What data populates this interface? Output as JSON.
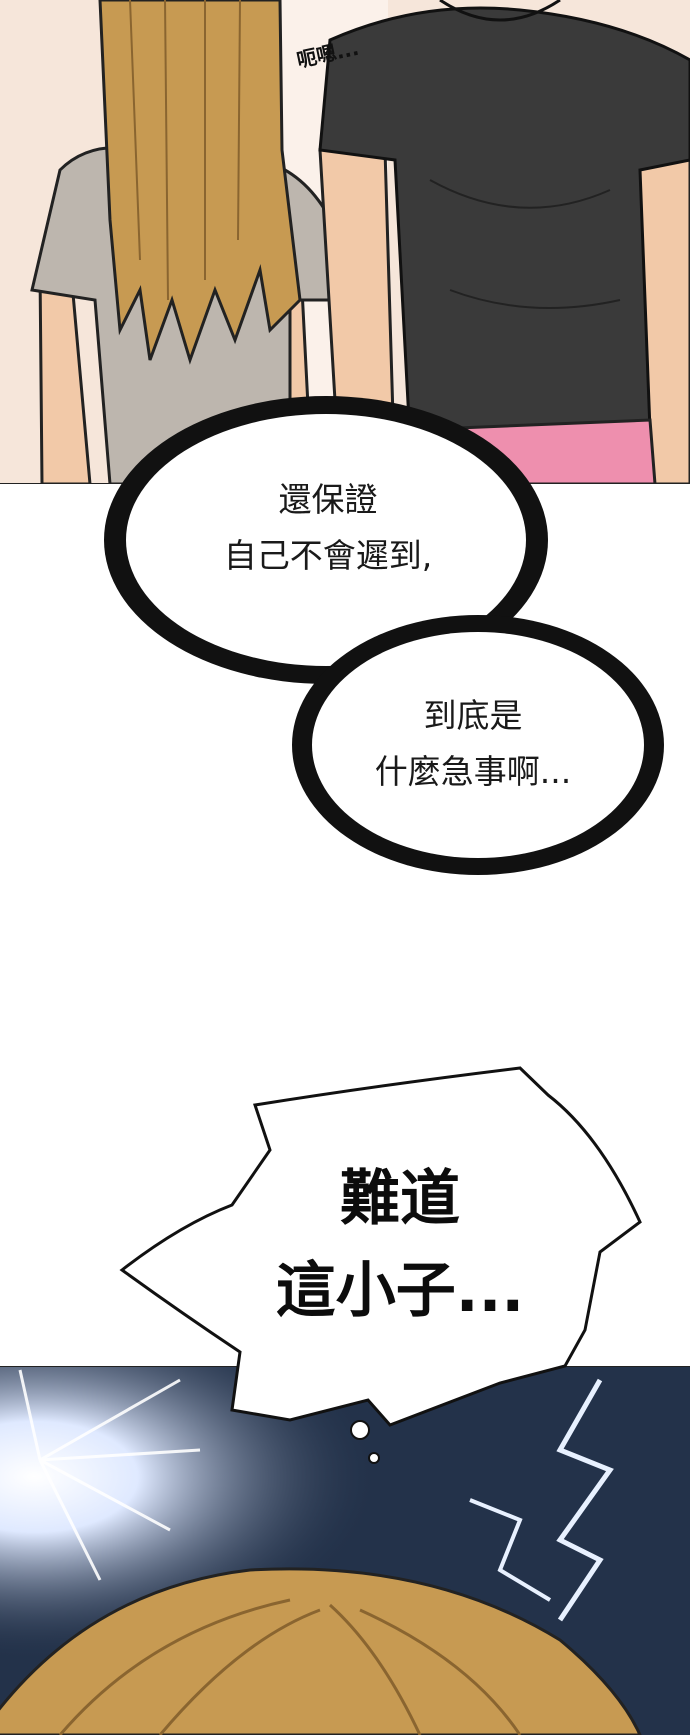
{
  "panels": [
    {
      "id": "top",
      "description_hidden": true
    },
    {
      "id": "bottom",
      "description_hidden": true
    }
  ],
  "sfx": {
    "text": "呃嗯..."
  },
  "bubbles": [
    {
      "lines": [
        "還保證",
        "自己不會遲到,"
      ]
    },
    {
      "lines": [
        "到底是",
        "什麼急事啊..."
      ]
    },
    {
      "lines": [
        "難道",
        "這小子..."
      ]
    }
  ],
  "colors": {
    "shirt_dark": "#3a3a3a",
    "shirt_light": "#bdb6ae",
    "hair": "#c79a52",
    "skin": "#f2c9a8",
    "pants": "#ee8fae",
    "bg_wall": "#f6e6da",
    "night_bg": "#23324a"
  }
}
